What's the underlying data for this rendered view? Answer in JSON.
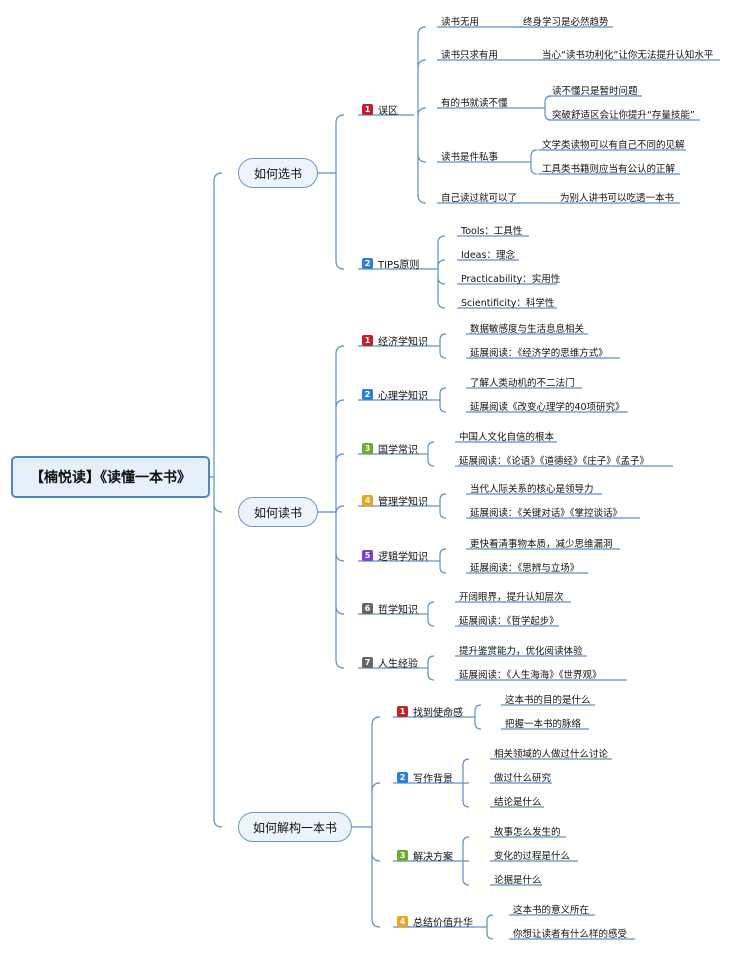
{
  "root": "【楠悦读】《读懂一本书》",
  "colors": {
    "line": "#5b8fc7",
    "red": "#c0222b",
    "blue": "#2e7fd6",
    "green": "#6aac2c",
    "orange": "#f0a418",
    "purple": "#7b3fd9",
    "gray": "#666666"
  },
  "branches": [
    {
      "label": "如何选书",
      "subs": [
        {
          "num": "1",
          "color": "red",
          "label": "误区",
          "groups": [
            {
              "label": "读书无用",
              "leaves": [
                "终身学习是必然趋势"
              ]
            },
            {
              "label": "读书只求有用",
              "leaves": [
                "当心“读书功利化”让你无法提升认知水平"
              ]
            },
            {
              "label": "有的书就读不懂",
              "leaves": [
                "读不懂只是暂时问题",
                "突破舒适区会让你提升“存量技能”"
              ]
            },
            {
              "label": "读书是件私事",
              "leaves": [
                "文学类读物可以有自己不同的见解",
                "工具类书籍则应当有公认的正解"
              ]
            },
            {
              "label": "自己读过就可以了",
              "leaves": [
                "为别人讲书可以吃透一本书"
              ]
            }
          ]
        },
        {
          "num": "2",
          "color": "blue",
          "label": "TIPS原则",
          "leaves": [
            "Tools：工具性",
            "Ideas：理念",
            "Practicability：实用性",
            "Scientificity：科学性"
          ]
        }
      ]
    },
    {
      "label": "如何读书",
      "subs": [
        {
          "num": "1",
          "color": "red",
          "label": "经济学知识",
          "leaves": [
            "数据敏感度与生活息息相关",
            "延展阅读：《经济学的思维方式》"
          ]
        },
        {
          "num": "2",
          "color": "blue",
          "label": "心理学知识",
          "leaves": [
            "了解人类动机的不二法门",
            "延展阅读《改变心理学的40项研究》"
          ]
        },
        {
          "num": "3",
          "color": "green",
          "label": "国学常识",
          "leaves": [
            "中国人文化自信的根本",
            "延展阅读：《论语》《道德经》《庄子》《孟子》"
          ]
        },
        {
          "num": "4",
          "color": "orange",
          "label": "管理学知识",
          "leaves": [
            "当代人际关系的核心是领导力",
            "延展阅读：《关键对话》《掌控谈话》"
          ]
        },
        {
          "num": "5",
          "color": "purple",
          "label": "逻辑学知识",
          "leaves": [
            "更快看清事物本质，减少思维漏洞",
            "延展阅读：《思辨与立场》"
          ]
        },
        {
          "num": "6",
          "color": "gray",
          "label": "哲学知识",
          "leaves": [
            "开阔眼界，提升认知层次",
            "延展阅读：《哲学起步》"
          ]
        },
        {
          "num": "7",
          "color": "gray",
          "label": "人生经验",
          "leaves": [
            "提升鉴赏能力，优化阅读体验",
            "延展阅读：《人生海海》《世界观》"
          ]
        }
      ]
    },
    {
      "label": "如何解构一本书",
      "subs": [
        {
          "num": "1",
          "color": "red",
          "label": "找到使命感",
          "leaves": [
            "这本书的目的是什么",
            "把握一本书的脉络"
          ]
        },
        {
          "num": "2",
          "color": "blue",
          "label": "写作背景",
          "leaves": [
            "相关领域的人做过什么讨论",
            "做过什么研究",
            "结论是什么"
          ]
        },
        {
          "num": "3",
          "color": "green",
          "label": "解决方案",
          "leaves": [
            "故事怎么发生的",
            "变化的过程是什么",
            "论据是什么"
          ]
        },
        {
          "num": "4",
          "color": "orange",
          "label": "总结价值升华",
          "leaves": [
            "这本书的意义所在",
            "你想让读者有什么样的感受"
          ]
        }
      ]
    }
  ]
}
